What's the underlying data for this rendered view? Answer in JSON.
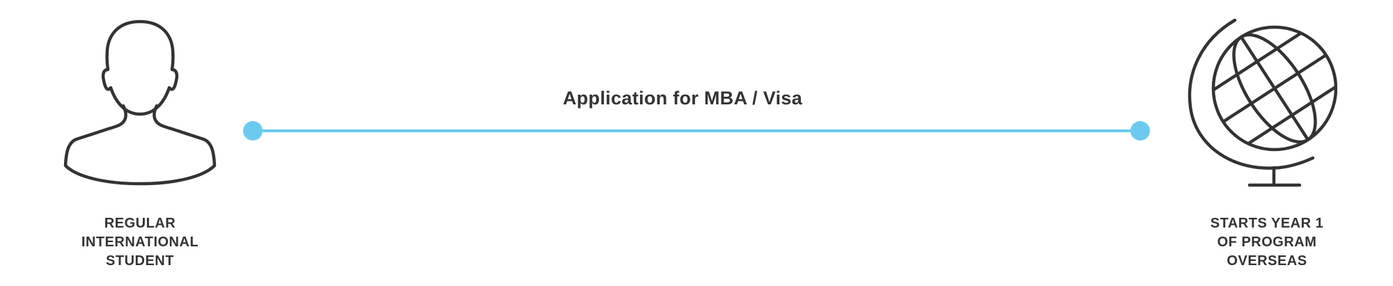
{
  "diagram": {
    "connector": {
      "label": "Application for MBA / Visa",
      "color": "#6ccaf0"
    },
    "left_node": {
      "icon": "person-icon",
      "label_lines": [
        "REGULAR",
        "INTERNATIONAL",
        "STUDENT"
      ]
    },
    "right_node": {
      "icon": "globe-icon",
      "label_lines": [
        "STARTS YEAR 1",
        "OF PROGRAM",
        "OVERSEAS"
      ]
    },
    "icon_color": "#333333"
  }
}
